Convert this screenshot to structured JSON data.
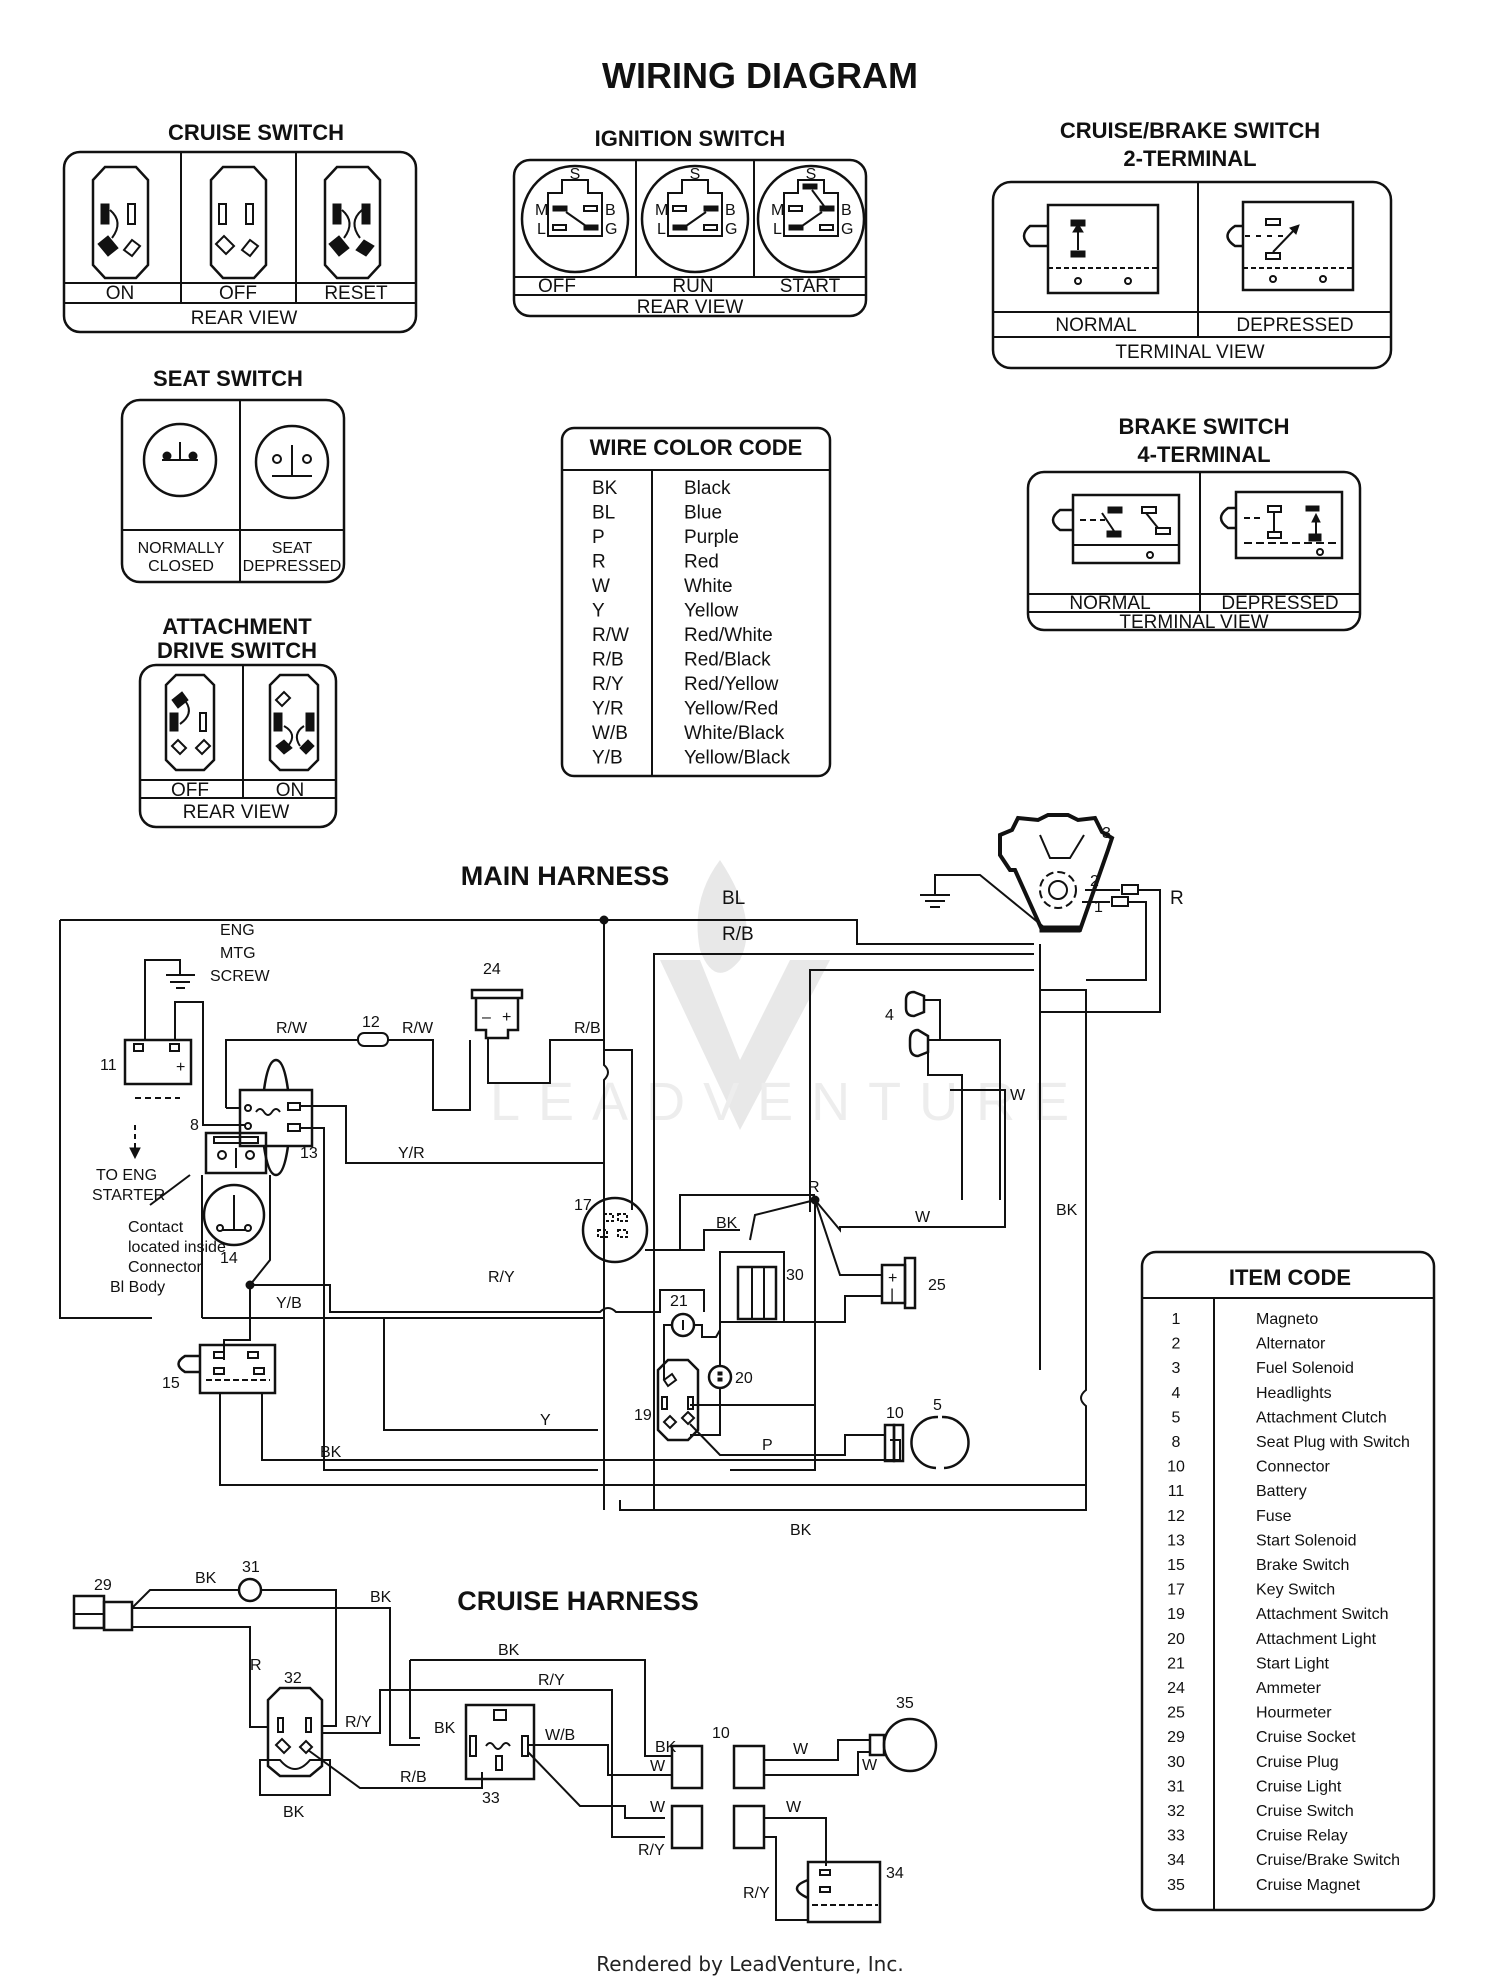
{
  "title": "WIRING DIAGRAM",
  "cruise_switch": {
    "title": "CRUISE SWITCH",
    "positions": [
      "ON",
      "OFF",
      "RESET"
    ],
    "view": "REAR VIEW"
  },
  "ignition_switch": {
    "title": "IGNITION SWITCH",
    "terminals": [
      "S",
      "M",
      "B",
      "L",
      "G"
    ],
    "positions": [
      "OFF",
      "RUN",
      "START"
    ],
    "view": "REAR VIEW"
  },
  "cruise_brake_switch": {
    "title_line1": "CRUISE/BRAKE SWITCH",
    "title_line2": "2-TERMINAL",
    "positions": [
      "NORMAL",
      "DEPRESSED"
    ],
    "view": "TERMINAL VIEW"
  },
  "seat_switch": {
    "title": "SEAT SWITCH",
    "positions": [
      {
        "line1": "NORMALLY",
        "line2": "CLOSED"
      },
      {
        "line1": "SEAT",
        "line2": "DEPRESSED"
      }
    ]
  },
  "attachment_drive_switch": {
    "title_line1": "ATTACHMENT",
    "title_line2": "DRIVE SWITCH",
    "positions": [
      "OFF",
      "ON"
    ],
    "view": "REAR VIEW"
  },
  "brake_switch": {
    "title_line1": "BRAKE SWITCH",
    "title_line2": "4-TERMINAL",
    "positions": [
      "NORMAL",
      "DEPRESSED"
    ],
    "view": "TERMINAL VIEW"
  },
  "wire_color_code": {
    "title": "WIRE COLOR CODE",
    "rows": [
      {
        "code": "BK",
        "color": "Black"
      },
      {
        "code": "BL",
        "color": "Blue"
      },
      {
        "code": "P",
        "color": "Purple"
      },
      {
        "code": "R",
        "color": "Red"
      },
      {
        "code": "W",
        "color": "White"
      },
      {
        "code": "Y",
        "color": "Yellow"
      },
      {
        "code": "R/W",
        "color": "Red/White"
      },
      {
        "code": "R/B",
        "color": "Red/Black"
      },
      {
        "code": "R/Y",
        "color": "Red/Yellow"
      },
      {
        "code": "Y/R",
        "color": "Yellow/Red"
      },
      {
        "code": "W/B",
        "color": "White/Black"
      },
      {
        "code": "Y/B",
        "color": "Yellow/Black"
      }
    ]
  },
  "item_code": {
    "title": "ITEM CODE",
    "rows": [
      {
        "num": "1",
        "name": "Magneto"
      },
      {
        "num": "2",
        "name": "Alternator"
      },
      {
        "num": "3",
        "name": "Fuel Solenoid"
      },
      {
        "num": "4",
        "name": "Headlights"
      },
      {
        "num": "5",
        "name": "Attachment Clutch"
      },
      {
        "num": "8",
        "name": "Seat Plug with Switch"
      },
      {
        "num": "10",
        "name": "Connector"
      },
      {
        "num": "11",
        "name": "Battery"
      },
      {
        "num": "12",
        "name": "Fuse"
      },
      {
        "num": "13",
        "name": "Start Solenoid"
      },
      {
        "num": "15",
        "name": "Brake Switch"
      },
      {
        "num": "17",
        "name": "Key Switch"
      },
      {
        "num": "19",
        "name": "Attachment Switch"
      },
      {
        "num": "20",
        "name": "Attachment Light"
      },
      {
        "num": "21",
        "name": "Start Light"
      },
      {
        "num": "24",
        "name": "Ammeter"
      },
      {
        "num": "25",
        "name": "Hourmeter"
      },
      {
        "num": "29",
        "name": "Cruise Socket"
      },
      {
        "num": "30",
        "name": "Cruise Plug"
      },
      {
        "num": "31",
        "name": "Cruise Light"
      },
      {
        "num": "32",
        "name": "Cruise Switch"
      },
      {
        "num": "33",
        "name": "Cruise Relay"
      },
      {
        "num": "34",
        "name": "Cruise/Brake Switch"
      },
      {
        "num": "35",
        "name": "Cruise Magnet"
      }
    ]
  },
  "main_harness": {
    "title": "MAIN HARNESS",
    "ground_label": [
      "ENG",
      "MTG",
      "SCREW"
    ],
    "starter_label": [
      "TO ENG",
      "STARTER"
    ],
    "contact_note": [
      "Contact",
      "located inside",
      "Connector",
      "Bl Body"
    ],
    "item_labels": {
      "i1": "1",
      "i2": "2",
      "i3": "3",
      "i4": "4",
      "i5": "5",
      "i8": "8",
      "i10": "10",
      "i11": "11",
      "i12": "12",
      "i13": "13",
      "i14": "14",
      "i15": "15",
      "i17": "17",
      "i19": "19",
      "i20": "20",
      "i21": "21",
      "i24": "24",
      "i25": "25",
      "i30": "30"
    },
    "wire_labels": {
      "bl": "BL",
      "rb_top": "R/B",
      "r_engine": "R",
      "rw_left": "R/W",
      "rw_right": "R/W",
      "rb_mid": "R/B",
      "yr": "Y/R",
      "w_head": "W",
      "r_junction": "R",
      "bk_30": "BK",
      "w_mid": "W",
      "bk_right": "BK",
      "ry": "R/Y",
      "yb": "Y/B",
      "y": "Y",
      "p": "P",
      "bk_low": "BK",
      "bk_bottom": "BK",
      "battery_plus": "+"
    }
  },
  "cruise_harness": {
    "title": "CRUISE HARNESS",
    "item_labels": {
      "i29": "29",
      "i31": "31",
      "i32": "32",
      "i33": "33",
      "i10": "10",
      "i34": "34",
      "i35": "35"
    },
    "wire_labels": {
      "bk_31": "BK",
      "bk_mid": "BK",
      "r": "R",
      "bk_top": "BK",
      "ry_top": "R/Y",
      "ry_32": "R/Y",
      "bk_relay": "BK",
      "wb": "W/B",
      "rb": "R/B",
      "bk_sw": "BK",
      "bk_conn": "BK",
      "w_conn1": "W",
      "w_conn2": "W",
      "ry_conn": "R/Y",
      "w_mag1": "W",
      "w_mag2": "W",
      "w_34": "W",
      "ry_34": "R/Y"
    }
  },
  "watermark": "LEADVENTURE",
  "footer": "Rendered by LeadVenture, Inc."
}
